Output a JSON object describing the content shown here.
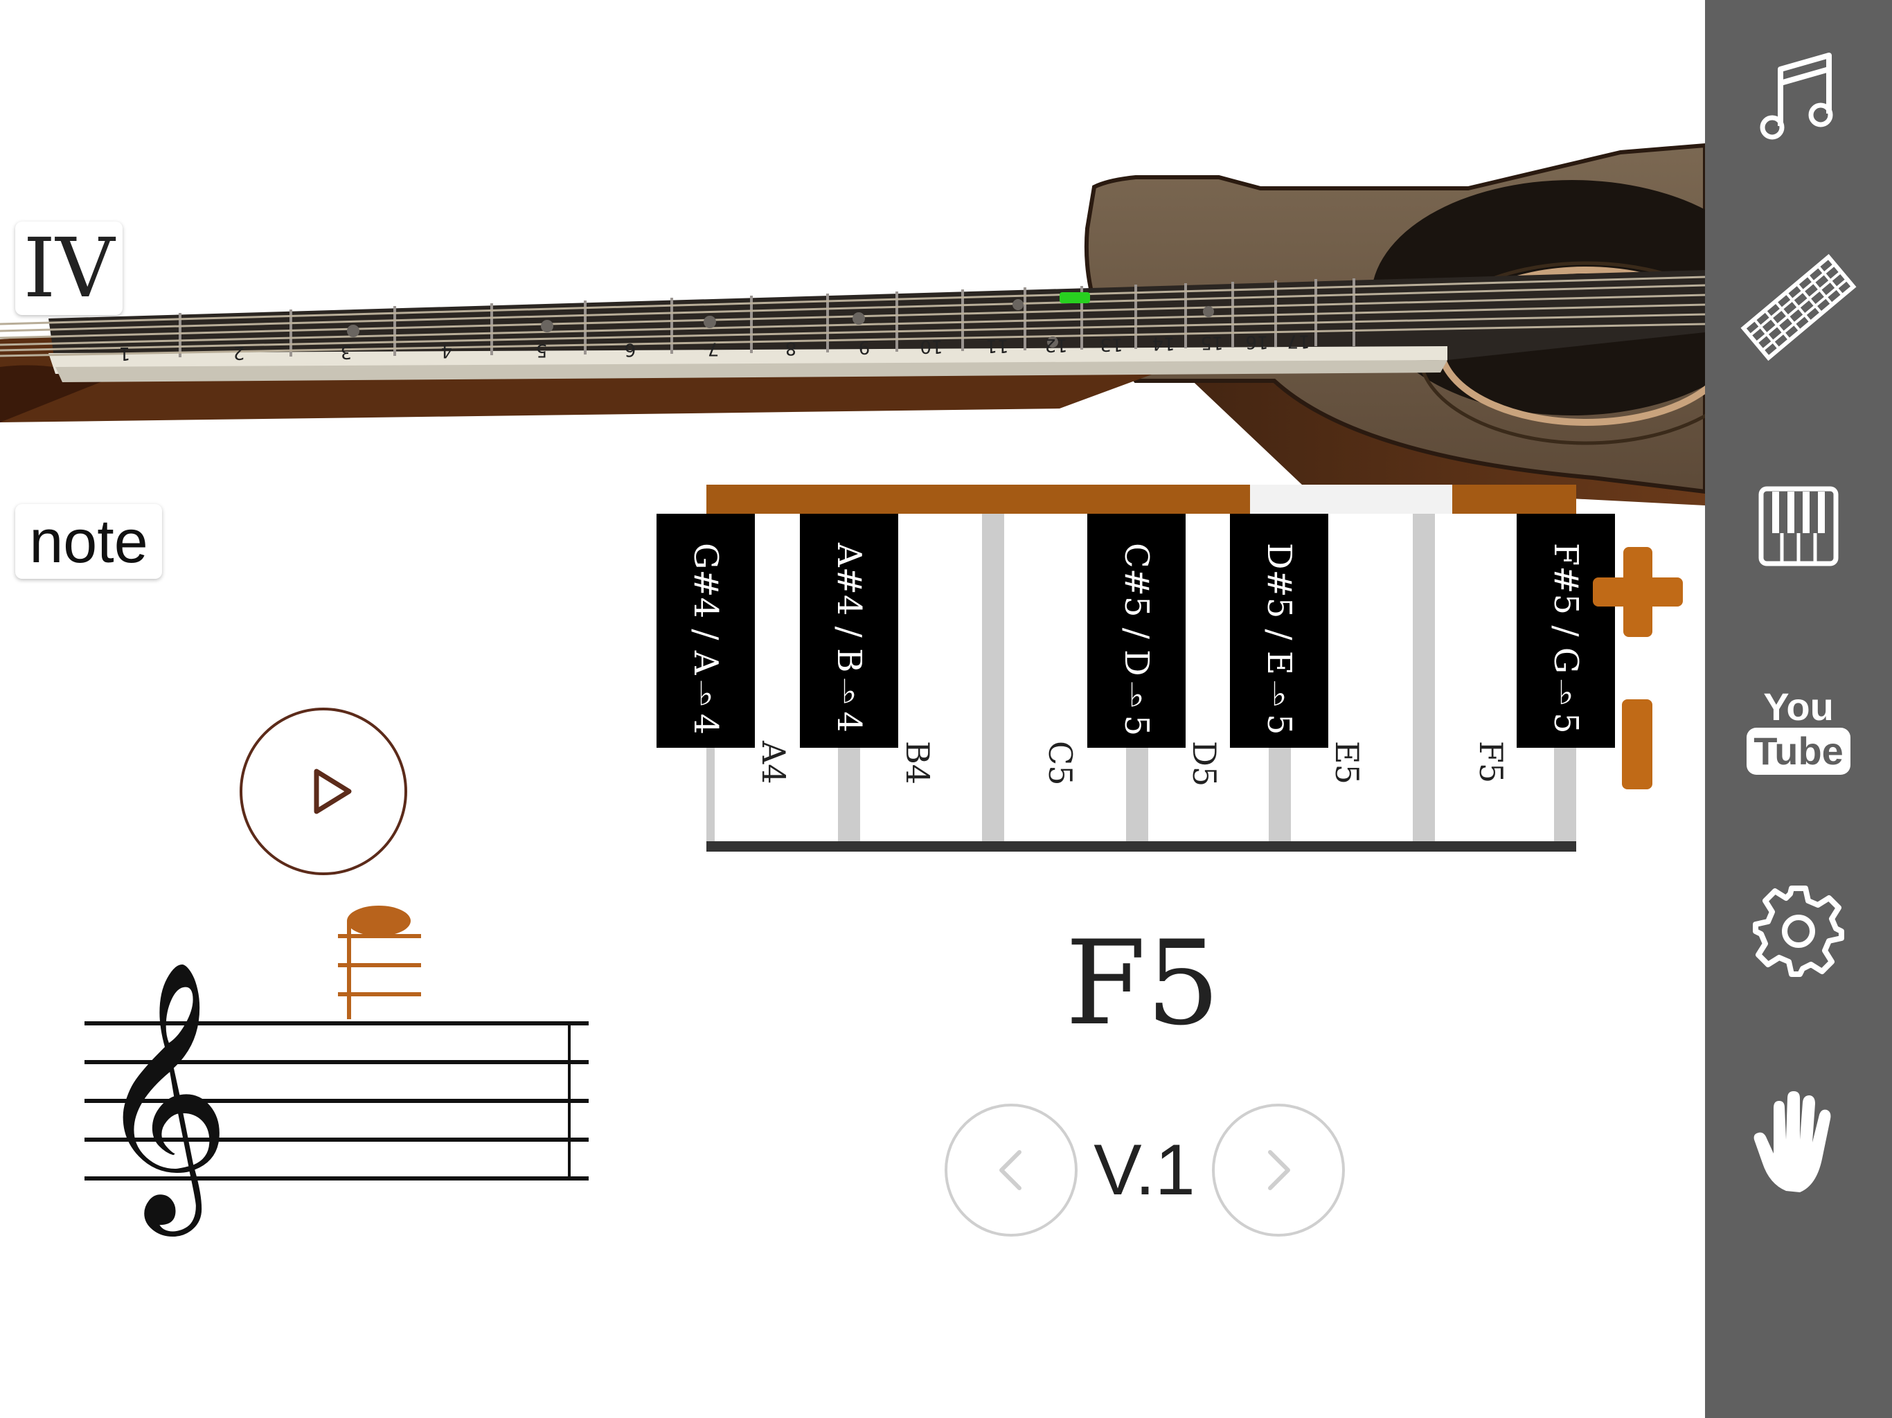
{
  "guitar": {
    "string_label": "IV",
    "fret_numbers": [
      "1",
      "2",
      "3",
      "4",
      "5",
      "6",
      "7",
      "8",
      "9",
      "10",
      "11",
      "12",
      "13",
      "14",
      "15",
      "16",
      "17"
    ]
  },
  "mode_label": "note",
  "piano": {
    "white_keys": [
      "A4",
      "B4",
      "C5",
      "D5",
      "E5",
      "F5"
    ],
    "black_keys": [
      "G#4 / A♭4",
      "A#4 / B♭4",
      "C#5 / D♭5",
      "D#5 / E♭5",
      "F#5 / G♭5"
    ],
    "accent_color": "#a45a14"
  },
  "note_name": "F5",
  "variant_label": "V.1",
  "sidebar": {
    "items": [
      {
        "name": "music-note-icon"
      },
      {
        "name": "fretboard-icon"
      },
      {
        "name": "piano-icon"
      },
      {
        "name": "youtube-icon",
        "line1": "You",
        "line2": "Tube"
      },
      {
        "name": "gear-icon"
      },
      {
        "name": "hand-icon"
      }
    ]
  },
  "colors": {
    "sidebar_bg": "#606060",
    "staff_note": "#b8631c",
    "play_button": "#5c2b1a"
  }
}
